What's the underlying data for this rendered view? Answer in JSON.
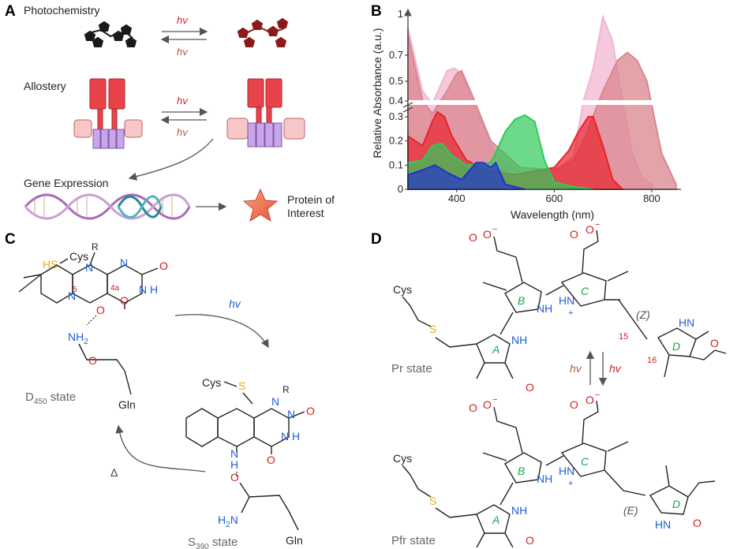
{
  "panels": {
    "a": "A",
    "b": "B",
    "c": "C",
    "d": "D"
  },
  "panel_a": {
    "photochemistry": "Photochemistry",
    "allostery": "Allostery",
    "gene_expression": "Gene Expression",
    "hv": "hv",
    "protein_line1": "Protein of",
    "protein_line2": "Interest"
  },
  "panel_c": {
    "sh": "HS",
    "cys": "Cys",
    "r": "R",
    "o": "O",
    "n": "N",
    "nh": "N H",
    "h": "H",
    "pos5": "5",
    "pos4a": "4a",
    "nh2": "NH",
    "nh2_sub": "2",
    "h2n": "H",
    "h2n_n": "N",
    "h2n_sub": "2",
    "gln": "Gln",
    "hv": "hv",
    "delta": "Δ",
    "d_state": "D",
    "d_sub": "450",
    "d_suffix": " state",
    "s_state": "S",
    "s_sub": "390",
    "s_suffix": " state",
    "s": "S"
  },
  "panel_d": {
    "cys": "Cys",
    "s": "S",
    "o": "O",
    "o_minus": "O",
    "minus": "−",
    "nh": "NH",
    "hn": "HN",
    "plus": "+",
    "ring_a": "A",
    "ring_b": "B",
    "ring_c": "C",
    "ring_d": "D",
    "z": "(Z)",
    "e": "(E)",
    "n15": "15",
    "n16": "16",
    "hv": "hv",
    "pr": "Pr state",
    "pfr": "Pfr state"
  },
  "chart_data": {
    "type": "area",
    "ylabel": "Relative Absorbance (a.u.)",
    "xlabel": "Wavelength (nm)",
    "xlim": [
      300,
      860
    ],
    "x_ticks": [
      "400",
      "600",
      "800"
    ],
    "y_ticks": [
      "0",
      "0.1",
      "0.2",
      "0.3",
      "0.4",
      "0.5",
      "0.7",
      "1"
    ],
    "axis_break": "between 0.3 and 0.4 (broken y axis)",
    "series": [
      {
        "color": "#f2b6d2",
        "x": [
          300,
          330,
          350,
          380,
          395,
          410,
          440,
          480,
          530,
          600,
          640,
          660,
          680,
          700,
          720,
          740,
          760,
          780,
          800
        ],
        "y": [
          0.9,
          0.45,
          0.38,
          0.58,
          0.6,
          0.56,
          0.34,
          0.14,
          0.07,
          0.07,
          0.14,
          0.4,
          0.6,
          0.98,
          0.8,
          0.4,
          0.15,
          0.05,
          0.02
        ]
      },
      {
        "color": "#d9868c",
        "x": [
          300,
          330,
          350,
          380,
          400,
          410,
          430,
          470,
          530,
          600,
          640,
          660,
          700,
          730,
          750,
          770,
          790,
          820,
          850
        ],
        "y": [
          0.85,
          0.4,
          0.32,
          0.45,
          0.56,
          0.58,
          0.44,
          0.2,
          0.09,
          0.08,
          0.12,
          0.2,
          0.45,
          0.66,
          0.72,
          0.66,
          0.5,
          0.15,
          0.02
        ]
      },
      {
        "color": "#e8242c",
        "x": [
          300,
          330,
          350,
          360,
          375,
          390,
          420,
          460,
          520,
          600,
          630,
          650,
          670,
          680,
          700,
          720,
          740
        ],
        "y": [
          0.22,
          0.18,
          0.28,
          0.33,
          0.3,
          0.22,
          0.12,
          0.08,
          0.06,
          0.09,
          0.16,
          0.24,
          0.3,
          0.3,
          0.18,
          0.04,
          0.0
        ]
      },
      {
        "color": "#2fc95a",
        "x": [
          300,
          330,
          350,
          370,
          390,
          420,
          470,
          500,
          520,
          540,
          560,
          580,
          600,
          640,
          680
        ],
        "y": [
          0.11,
          0.12,
          0.18,
          0.19,
          0.14,
          0.1,
          0.11,
          0.24,
          0.29,
          0.31,
          0.28,
          0.12,
          0.03,
          0.01,
          0.0
        ]
      },
      {
        "color": "#2233cc",
        "x": [
          300,
          330,
          355,
          380,
          410,
          440,
          455,
          470,
          480,
          500,
          540
        ],
        "y": [
          0.06,
          0.08,
          0.1,
          0.07,
          0.04,
          0.11,
          0.11,
          0.09,
          0.11,
          0.02,
          0.0
        ]
      }
    ]
  }
}
